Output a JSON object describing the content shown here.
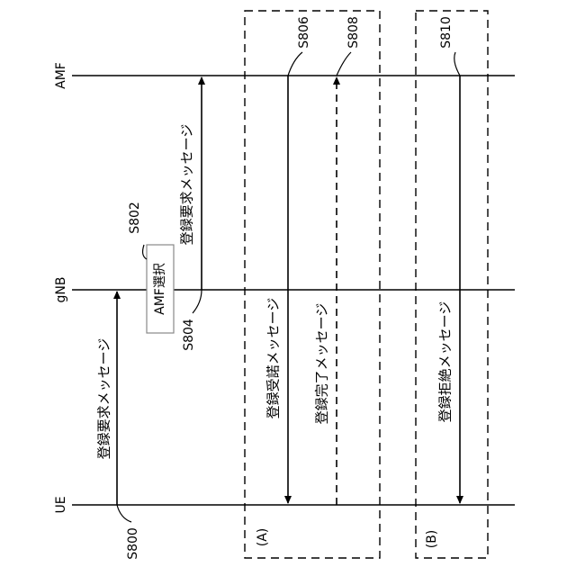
{
  "entities": {
    "amf": "AMF",
    "gnb": "gNB",
    "ue": "UE"
  },
  "steps": {
    "s800": "S800",
    "s802": "S802",
    "s804": "S804",
    "s806": "S806",
    "s808": "S808",
    "s810": "S810"
  },
  "messages": {
    "ue_registration_request": "登録要求メッセージ",
    "gnb_registration_request": "登録要求メッセージ",
    "registration_accept": "登録受諾メッセージ",
    "registration_complete": "登録完了メッセージ",
    "registration_reject": "登録拒絶メッセージ"
  },
  "process": {
    "amf_selection": "AMF選択"
  },
  "groups": {
    "a": "(A)",
    "b": "(B)"
  }
}
